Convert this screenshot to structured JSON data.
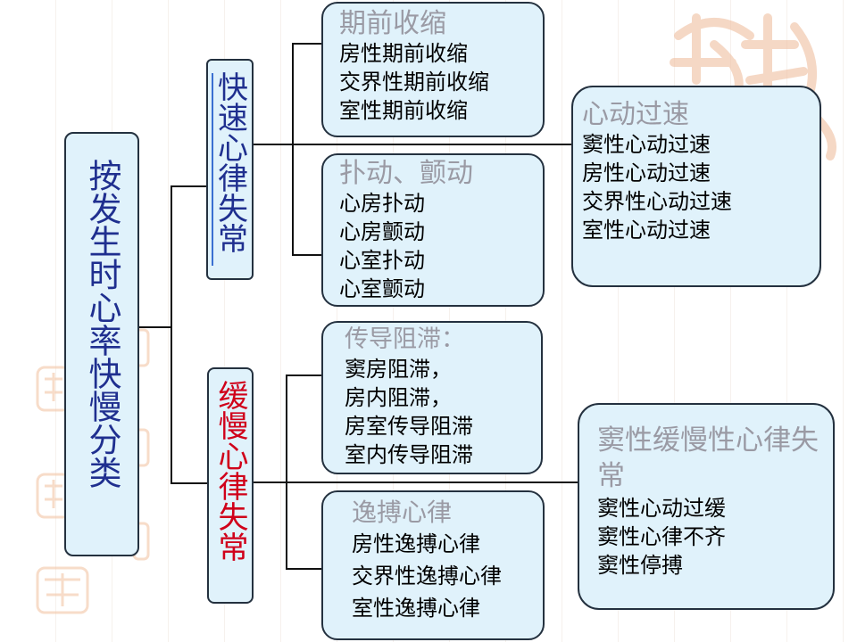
{
  "root": {
    "label": "按发生时心率快慢分类"
  },
  "fast": {
    "label": "快速心律失常",
    "premature": {
      "title": "期前收缩",
      "items": [
        "房性期前收缩",
        "交界性期前收缩",
        "室性期前收缩"
      ]
    },
    "flutter": {
      "title": "扑动、颤动",
      "items": [
        "心房扑动",
        "心房颤动",
        "心室扑动",
        "心室颤动"
      ]
    },
    "tachy": {
      "title": "心动过速",
      "items": [
        "窦性心动过速",
        "房性心动过速",
        "交界性心动过速",
        "室性心动过速"
      ]
    }
  },
  "slow": {
    "label": "缓慢心律失常",
    "block": {
      "title": "传导阻滞：",
      "items": [
        "窦房阻滞，",
        "房内阻滞，",
        "房室传导阻滞",
        "室内传导阻滞"
      ]
    },
    "escape": {
      "title": "逸搏心律",
      "items": [
        "房性逸搏心律",
        "交界性逸搏心律",
        "室性逸搏心律"
      ]
    },
    "sinus": {
      "title": "窦性缓慢性心律失常",
      "items": [
        "窦性心动过缓",
        "窦性心律不齐",
        "窦性停搏"
      ]
    }
  },
  "colors": {
    "box_fill": "#e0f2fb",
    "fast_text": "#1f2f8f",
    "slow_text": "#d0001a",
    "title_gray": "#9a9aa4"
  }
}
